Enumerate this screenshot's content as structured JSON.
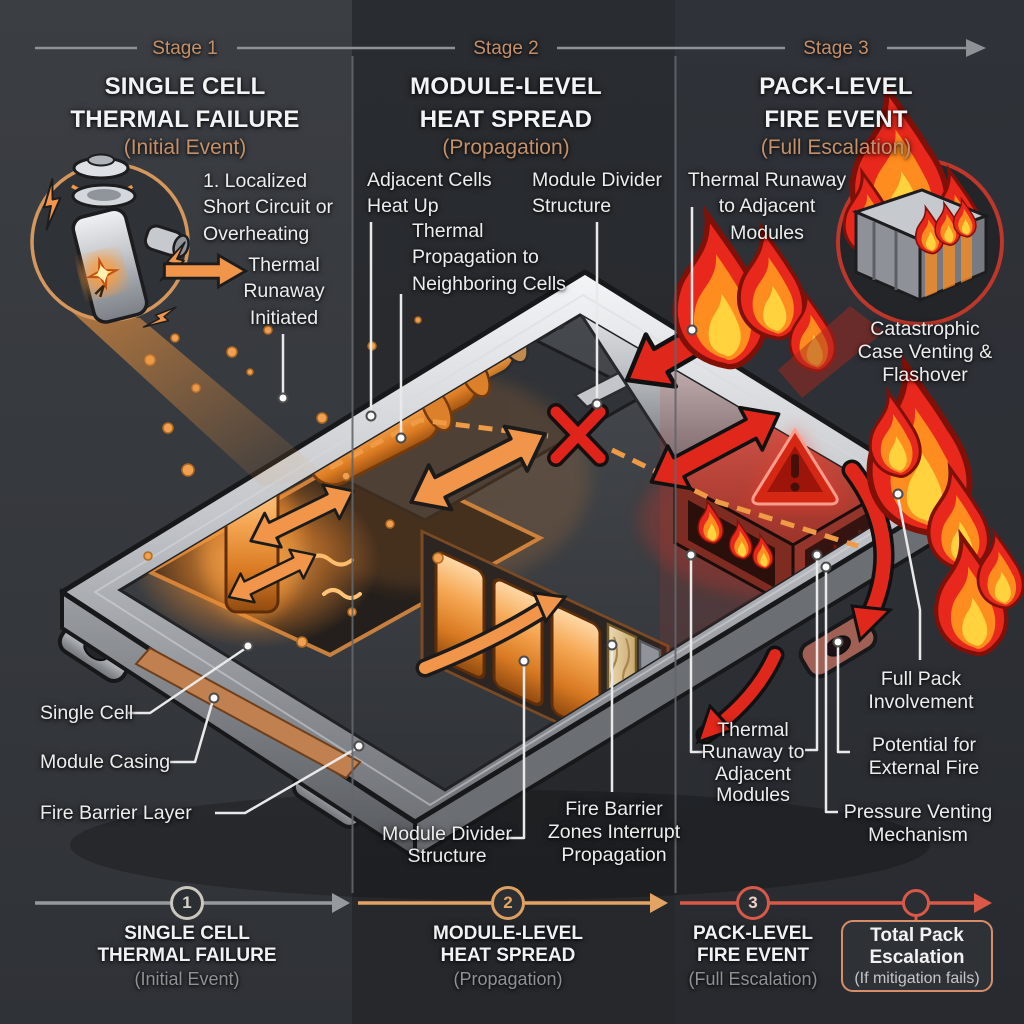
{
  "stage_headers": [
    {
      "label": "Stage 1",
      "title": "SINGLE CELL\nTHERMAL FAILURE",
      "subtitle": "(Initial Event)"
    },
    {
      "label": "Stage 2",
      "title": "MODULE-LEVEL\nHEAT SPREAD",
      "subtitle": "(Propagation)"
    },
    {
      "label": "Stage 3",
      "title": "PACK-LEVEL\nFIRE EVENT",
      "subtitle": "(Full Escalation)"
    }
  ],
  "annotations": {
    "localized_short_circuit": "1. Localized\nShort Circuit or\nOverheating",
    "thermal_runaway_initiated": "Thermal\nRunaway\nInitiated",
    "adjacent_cells_heat_up": "Adjacent Cells\nHeat Up",
    "module_divider_structure_top": "Module Divider\nStructure",
    "thermal_propagation": "Thermal\nPropagation to\nNeighboring Cells",
    "thermal_runaway_adjacent_top": "Thermal Runaway\nto Adjacent\nModules",
    "catastrophic_venting": "Catastrophic\nCase Venting &\nFlashover",
    "single_cell": "Single Cell",
    "module_casing": "Module Casing",
    "fire_barrier_layer": "Fire Barrier Layer",
    "module_divider_structure_bottom": "Module Divider\nStructure",
    "fire_barrier_zones": "Fire Barrier\nZones Interrupt\nPropagation",
    "thermal_runaway_adjacent_bottom": "Thermal\nRunaway to\nAdjacent\nModules",
    "full_pack_involvement": "Full Pack\nInvolvement",
    "potential_external_fire": "Potential for\nExternal Fire",
    "pressure_venting": "Pressure Venting\nMechanism"
  },
  "timeline": {
    "steps": [
      {
        "num": "1",
        "title": "SINGLE CELL\nTHERMAL FAILURE",
        "subtitle": "(Initial Event)"
      },
      {
        "num": "2",
        "title": "MODULE-LEVEL\nHEAT SPREAD",
        "subtitle": "(Propagation)"
      },
      {
        "num": "3",
        "title": "PACK-LEVEL\nFIRE EVENT",
        "subtitle": "(Full Escalation)"
      }
    ],
    "end_box": {
      "title": "Total Pack\nEscalation",
      "subtitle": "(If mitigation fails)"
    }
  },
  "colors": {
    "accent_tan": "#c4906a",
    "accent_orange": "#e8923f",
    "accent_red": "#d95848",
    "text_primary": "#f2f3f4",
    "text_muted": "#8f9193",
    "background": "#2c2f33"
  }
}
